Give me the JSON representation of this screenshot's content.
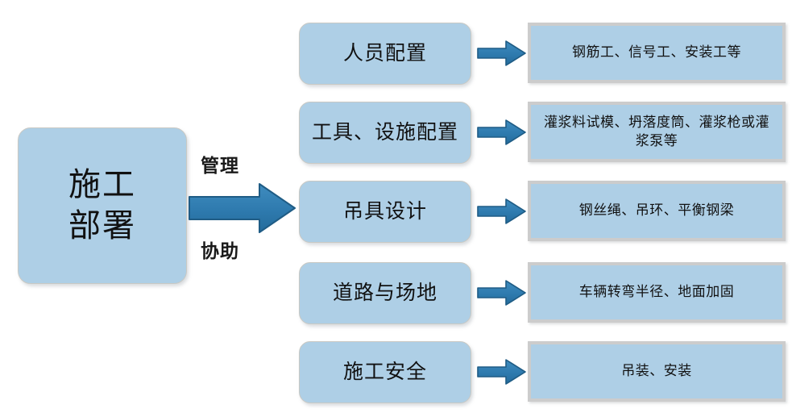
{
  "diagram": {
    "root": {
      "label": "施工\n部署"
    },
    "edge_labels": {
      "top": "管理",
      "bottom": "协助"
    },
    "colors": {
      "box_fill": "#AECFE6",
      "box_border": "#C9C9C4",
      "right_box_border": "#CCCCCC",
      "arrow_fill": "#2E7AAE",
      "arrow_stroke": "#1F5C85",
      "text": "#111111",
      "background": "#FFFFFF"
    },
    "rows": [
      {
        "category": "人员配置",
        "detail": "钢筋工、信号工、安装工等"
      },
      {
        "category": "工具、设施配置",
        "detail": "灌浆料试模、坍落度筒、灌浆枪或灌浆泵等"
      },
      {
        "category": "吊具设计",
        "detail": "钢丝绳、吊环、平衡钢梁"
      },
      {
        "category": "道路与场地",
        "detail": "车辆转弯半径、地面加固"
      },
      {
        "category": "施工安全",
        "detail": "吊装、安装"
      }
    ]
  }
}
